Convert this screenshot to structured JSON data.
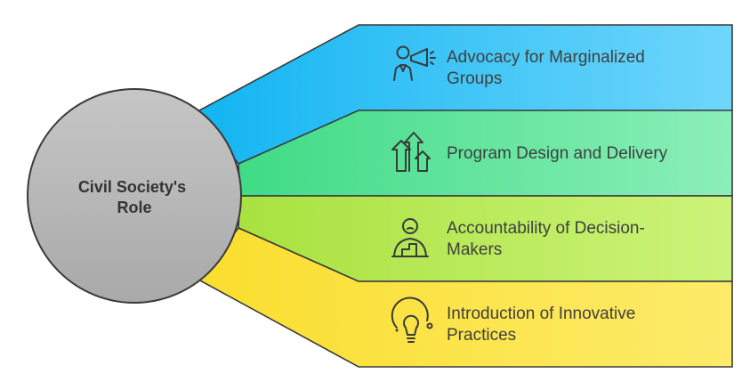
{
  "center": {
    "lines": [
      "Civil Society's",
      "Role"
    ]
  },
  "branches": [
    {
      "lines": [
        "Advocacy for Marginalized",
        "Groups"
      ],
      "icon": "megaphone-person-icon",
      "color": "#29C3F6"
    },
    {
      "lines": [
        "Program Design and Delivery"
      ],
      "icon": "growth-arrows-icon",
      "color": "#62E59D"
    },
    {
      "lines": [
        "Accountability of Decision-",
        "Makers"
      ],
      "icon": "person-podium-icon",
      "color": "#B9E95A"
    },
    {
      "lines": [
        "Introduction of Innovative",
        "Practices"
      ],
      "icon": "lightbulb-idea-icon",
      "color": "#FCE43E"
    }
  ],
  "colors": {
    "center_fill": "#B8B8B8",
    "outline": "#3A3A3A",
    "text": "#3F3F3F"
  }
}
